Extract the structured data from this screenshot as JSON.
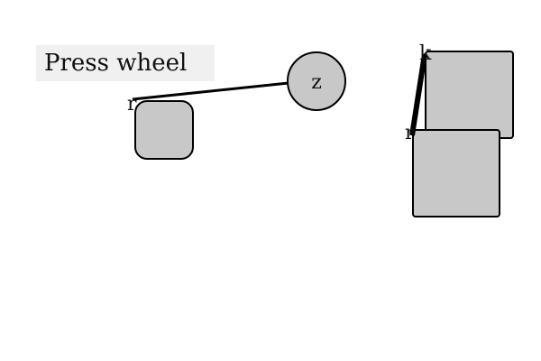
{
  "instruction": "Press wheel",
  "wheel_label": "z",
  "anchor_labels": {
    "left_box": "r",
    "right_top": "k",
    "right_bottom": "r"
  },
  "colors": {
    "shape_fill": "#c8c8c8",
    "stroke": "#000000",
    "instruction_bg": "#f0f0f0"
  }
}
